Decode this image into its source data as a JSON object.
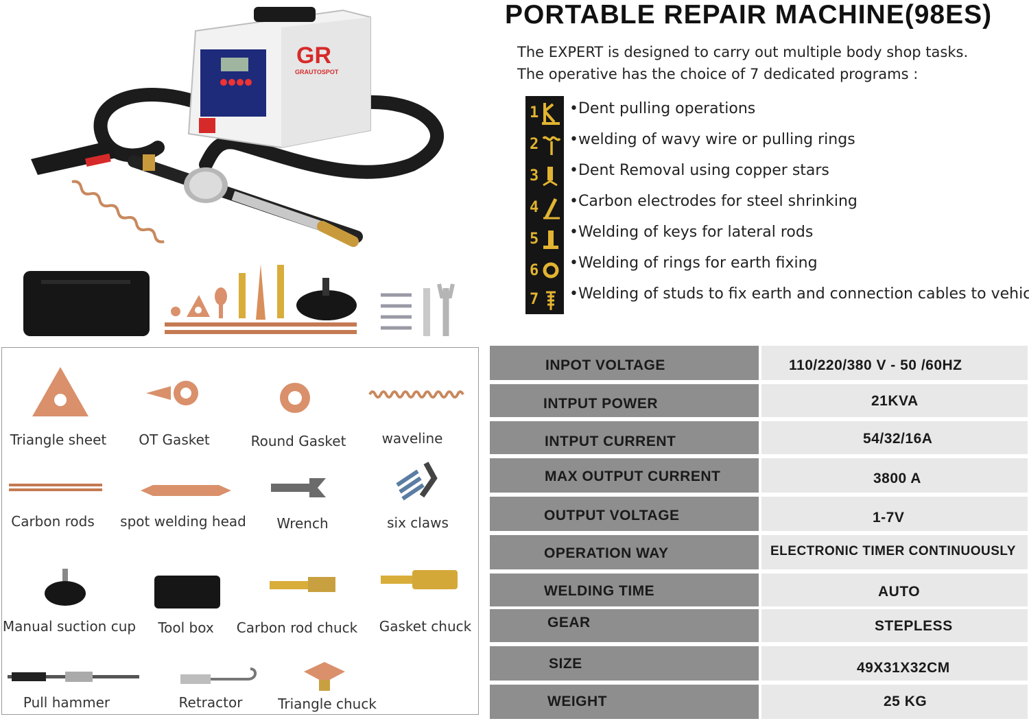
{
  "title": "PORTABLE REPAIR MACHINE(98ES)",
  "description": "The EXPERT is designed to carry out multiple body shop tasks. The operative has the choice of 7 dedicated programs :",
  "programs": [
    {
      "num": "1",
      "text": "•Dent pulling operations"
    },
    {
      "num": "2",
      "text": "•welding of wavy wire or pulling rings"
    },
    {
      "num": "3",
      "text": "•Dent Removal using copper stars"
    },
    {
      "num": "4",
      "text": "•Carbon electrodes for steel shrinking"
    },
    {
      "num": "5",
      "text": "•Welding of keys for lateral rods"
    },
    {
      "num": "6",
      "text": "•Welding of rings for earth fixing"
    },
    {
      "num": "7",
      "text": "•Welding of studs to fix earth and connection cables to vehicle"
    }
  ],
  "brand_logo_text": "GRAUTOSPOT",
  "accessories": [
    "Triangle sheet",
    "OT Gasket",
    "Round Gasket",
    "waveline",
    "Carbon rods",
    "spot welding head",
    "Wrench",
    "six claws",
    "Manual suction cup",
    "Tool box",
    "Carbon rod chuck",
    "Gasket chuck",
    "Pull hammer",
    "Retractor",
    "Triangle chuck"
  ],
  "specs": [
    {
      "label": "INPOT VOLTAGE",
      "value": "110/220/380 V - 50 /60HZ"
    },
    {
      "label": "INTPUT POWER",
      "value": "21KVA"
    },
    {
      "label": "INTPUT CURRENT",
      "value": "54/32/16A"
    },
    {
      "label": "MAX OUTPUT CURRENT",
      "value": "3800 A"
    },
    {
      "label": "OUTPUT VOLTAGE",
      "value": "1-7V"
    },
    {
      "label": "OPERATION WAY",
      "value": "ELECTRONIC TIMER CONTINUOUSLY"
    },
    {
      "label": "WELDING TIME",
      "value": "AUTO"
    },
    {
      "label": "GEAR",
      "value": "STEPLESS"
    },
    {
      "label": "SIZE",
      "value": "49X31X32CM"
    },
    {
      "label": "WEIGHT",
      "value": "25 KG"
    }
  ],
  "colors": {
    "copper": "#d9906b",
    "spec_label_bg": "#8e8e8e",
    "spec_value_bg": "#e8e8e8",
    "icon_gold": "#e2b431"
  }
}
